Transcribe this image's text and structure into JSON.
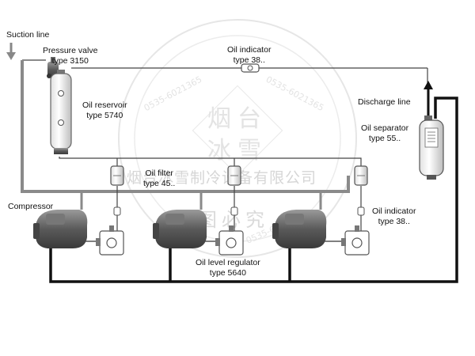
{
  "labels": {
    "suction_line": "Suction line",
    "pressure_valve": [
      "Pressure valve",
      "type 3150"
    ],
    "oil_indicator_top": [
      "Oil indicator",
      "type 38.."
    ],
    "oil_reservoir": [
      "Oil reservoir",
      "type 5740"
    ],
    "discharge_line": "Discharge line",
    "oil_separator": [
      "Oil separator",
      "type 55.."
    ],
    "oil_filter": [
      "Oil filter",
      "type 45.."
    ],
    "compressor": "Compressor",
    "oil_indicator_right": [
      "Oil indicator",
      "type 38.."
    ],
    "oil_level_regulator": [
      "Oil level regulator",
      "type 5640"
    ]
  },
  "watermark": {
    "seal_top": "烟台",
    "seal_bottom": "冰雪",
    "phone": "0535-6021365",
    "company": "烟台冰雪制冷设备有限公司",
    "slogan": "图必究"
  },
  "colors": {
    "line": "#111111",
    "gray_line": "#8a8a8a",
    "component": "#555555",
    "watermark": "#dcdcdc"
  }
}
